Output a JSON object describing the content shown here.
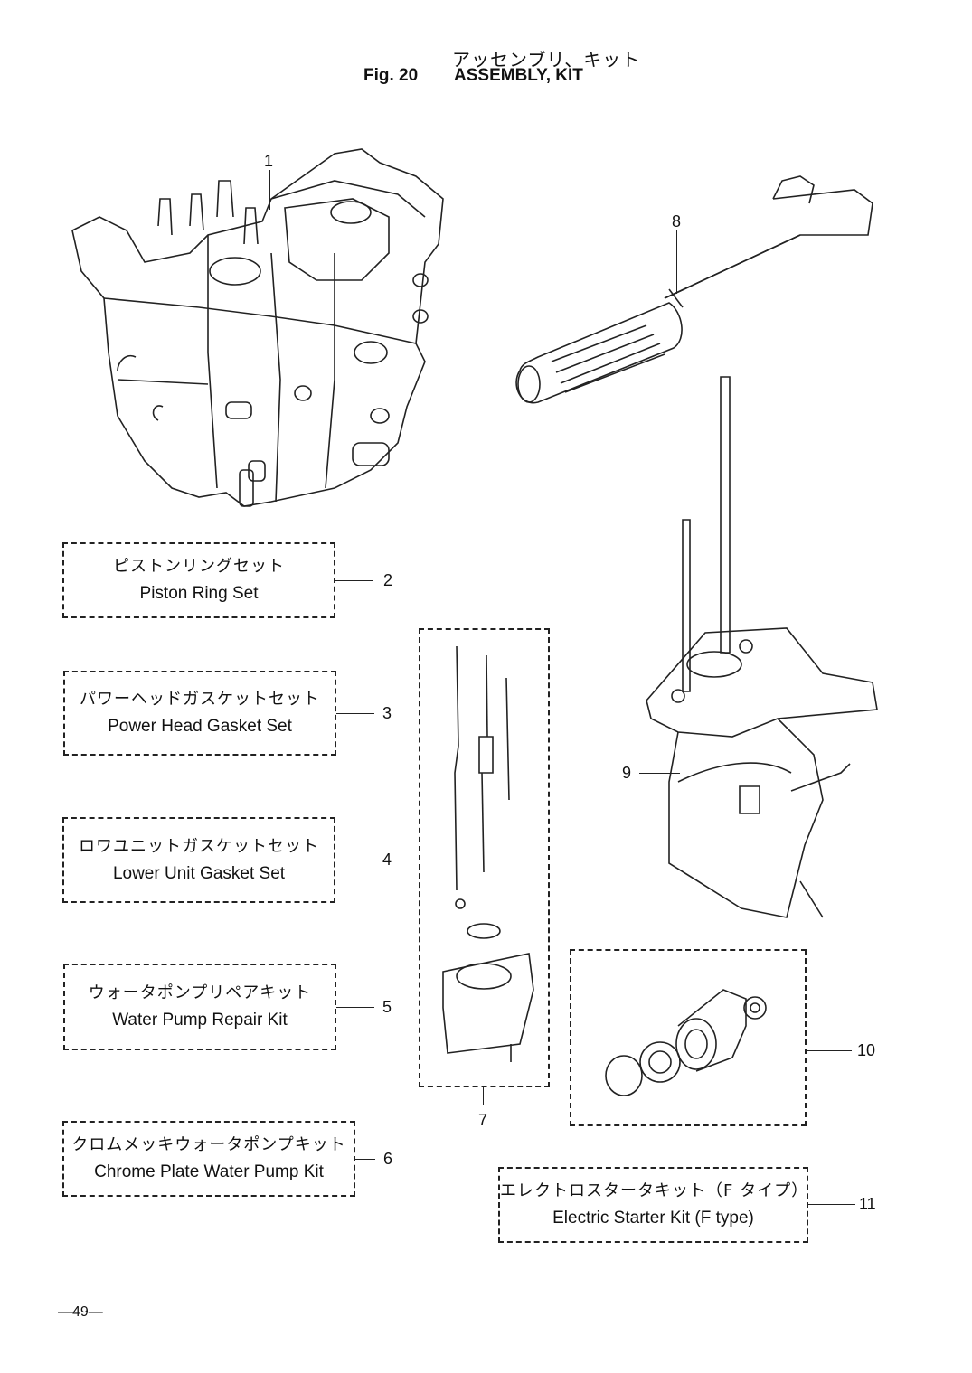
{
  "header": {
    "title_jp": "アッセンブリ、キット",
    "fig_label": "Fig. 20",
    "title_en": "ASSEMBLY, KIT"
  },
  "callouts": {
    "c1": "1",
    "c2": "2",
    "c3": "3",
    "c4": "4",
    "c5": "5",
    "c6": "6",
    "c7": "7",
    "c8": "8",
    "c9": "9",
    "c10": "10",
    "c11": "11"
  },
  "kits": [
    {
      "jp": "ピストンリングセット",
      "en": "Piston Ring Set"
    },
    {
      "jp": "パワーヘッドガスケットセット",
      "en": "Power Head Gasket Set"
    },
    {
      "jp": "ロワユニットガスケットセット",
      "en": "Lower Unit Gasket Set"
    },
    {
      "jp": "ウォータポンプリペアキット",
      "en": "Water Pump Repair Kit"
    },
    {
      "jp": "クロムメッキウォータポンプキット",
      "en": "Chrome Plate Water  Pump Kit"
    },
    {
      "jp": "エレクトロスタータキット（F タイプ）",
      "en": "Electric Starter Kit (F type)"
    }
  ],
  "footer": {
    "page_number": "—49—"
  }
}
